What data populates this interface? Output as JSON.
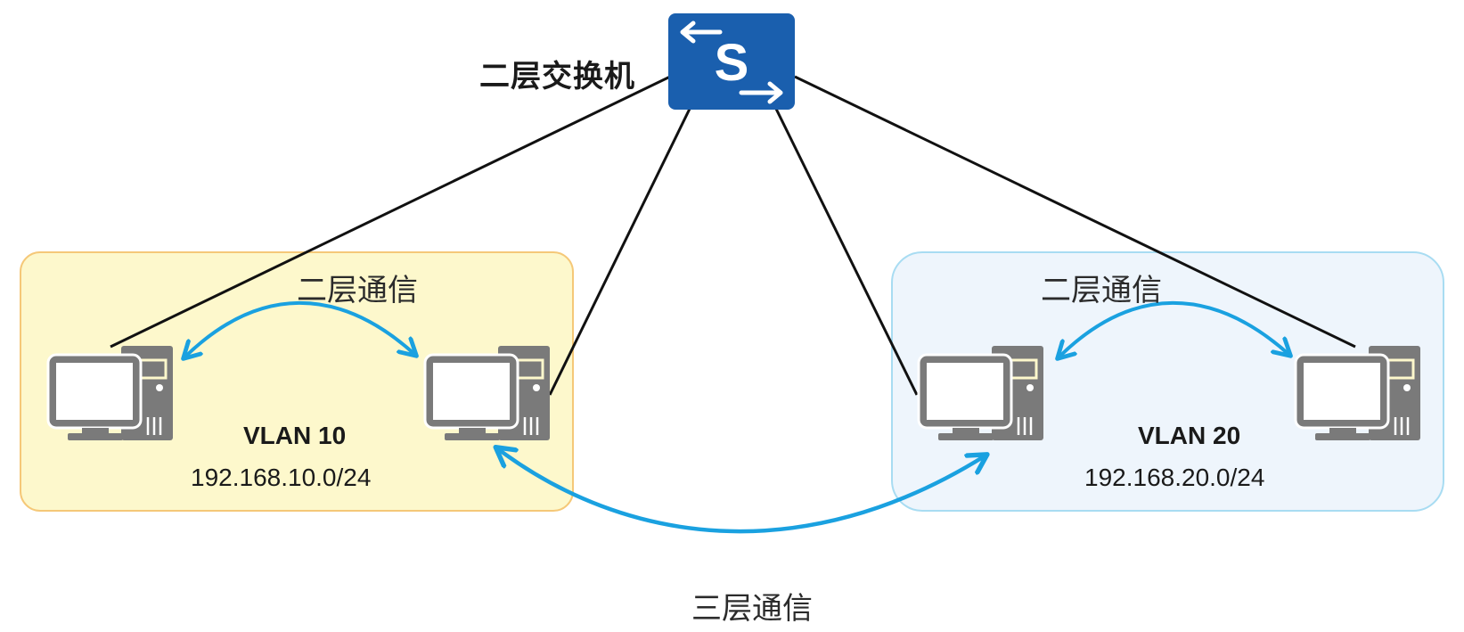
{
  "switch": {
    "label": "二层交换机",
    "icon_letter": "S",
    "icon": "switch-icon",
    "color": "#1a5fae"
  },
  "vlans": [
    {
      "name": "VLAN 10",
      "subnet": "192.168.10.0/24",
      "l2_label": "二层通信",
      "fill": "#fdf8cc",
      "border": "#f5c878"
    },
    {
      "name": "VLAN 20",
      "subnet": "192.168.20.0/24",
      "l2_label": "二层通信",
      "fill": "#eef5fc",
      "border": "#a8dcf2"
    }
  ],
  "l3_label": "三层通信",
  "colors": {
    "arrow": "#1aa1e0",
    "link": "#111111",
    "pc": "#7a7a7a"
  }
}
